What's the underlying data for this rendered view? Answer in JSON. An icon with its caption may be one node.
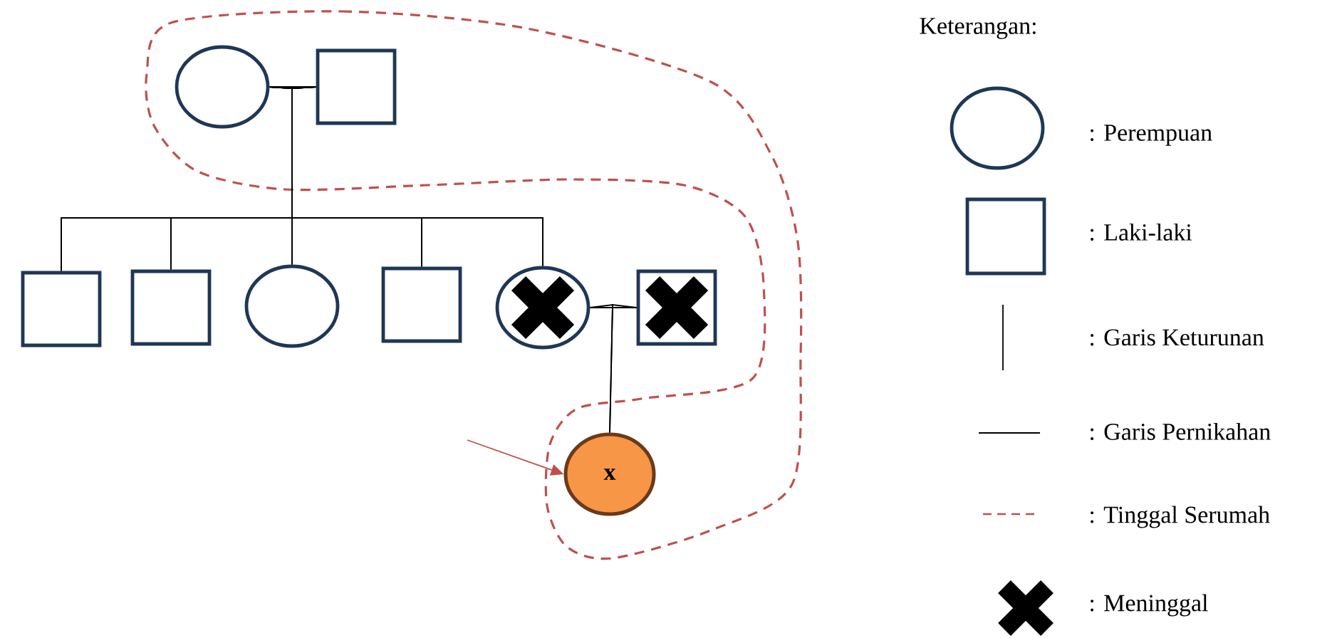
{
  "diagram": {
    "nodes": [
      {
        "text": [],
        "shape": "circle"
      },
      {
        "text": [],
        "shape": "box"
      },
      {
        "text": [],
        "shape": "box"
      },
      {
        "text": [],
        "shape": "box"
      },
      {
        "text": [],
        "shape": "circle"
      },
      {
        "text": [],
        "shape": "box"
      },
      {
        "text": [],
        "shape": "crossed-circle"
      },
      {
        "text": [],
        "shape": "crossed-box"
      },
      {
        "text": [
          "x"
        ]
      }
    ],
    "edges": [
      {
        "from": 0,
        "to": 1,
        "arrow": "none"
      },
      {
        "from": 0,
        "to": 2,
        "arrow": "none"
      },
      {
        "from": 0,
        "to": 3,
        "arrow": "none"
      },
      {
        "from": 0,
        "to": 4,
        "arrow": "none"
      },
      {
        "from": 0,
        "to": 5,
        "arrow": "none"
      },
      {
        "from": 0,
        "to": 6,
        "arrow": "none"
      },
      {
        "from": 1,
        "to": 2,
        "arrow": "none"
      },
      {
        "from": 1,
        "to": 3,
        "arrow": "none"
      },
      {
        "from": 1,
        "to": 4,
        "arrow": "none"
      },
      {
        "from": 1,
        "to": 5,
        "arrow": "none"
      },
      {
        "from": 1,
        "to": 6,
        "arrow": "none"
      },
      {
        "from": 6,
        "to": 7,
        "arrow": "none"
      },
      {
        "from": 6,
        "to": 8,
        "arrow": "none"
      },
      {
        "from": 7,
        "to": 8,
        "arrow": "none"
      },
      {
        "from": null,
        "to": 8,
        "arrow": "to",
        "color": "#c0504d"
      }
    ],
    "labels": [
      "Keterangan:"
    ],
    "legend": [
      {
        "text": ": Perempuan"
      },
      {
        "text": ": Laki-laki"
      },
      {
        "text": ": Garis Keturunan"
      },
      {
        "text": ": Garis Pernikahan"
      },
      {
        "text": ": Tinggal Serumah"
      },
      {
        "text": ": Meninggal"
      }
    ]
  }
}
